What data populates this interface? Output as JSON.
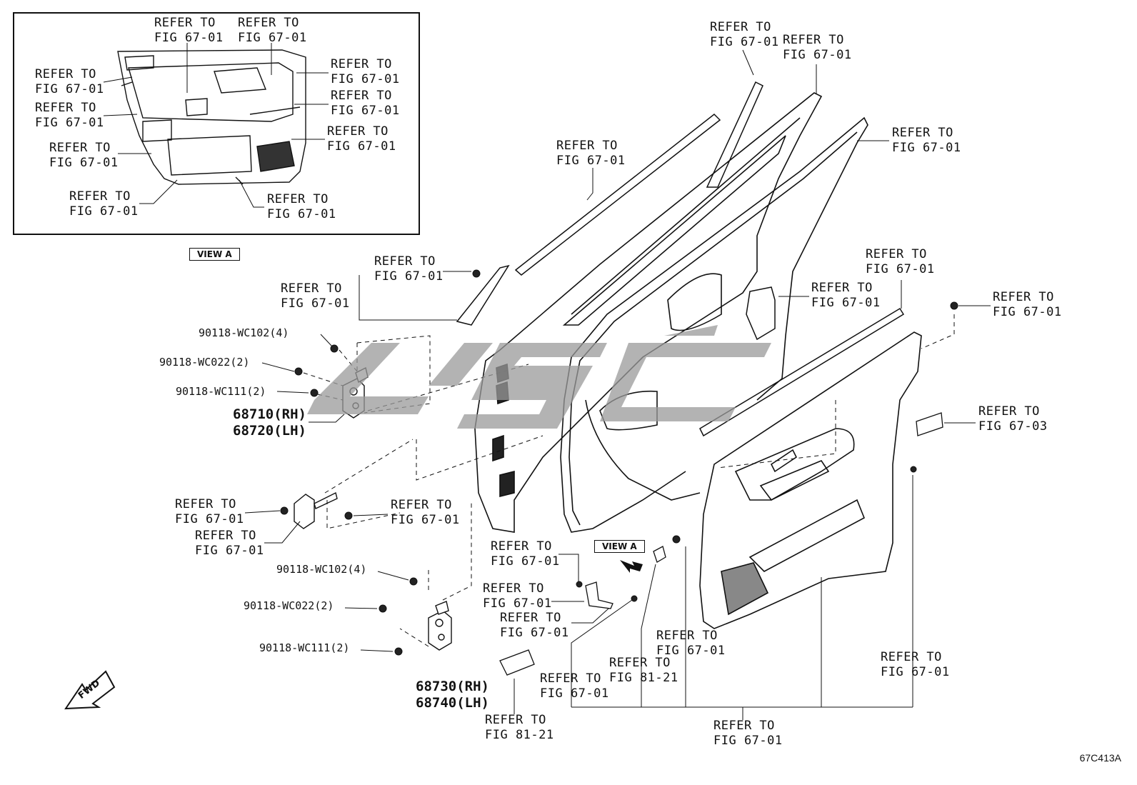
{
  "refer": {
    "f6701": "REFER TO\nFIG 67-01",
    "f6703": "REFER TO\nFIG 67-03",
    "f8121": "REFER TO\nFIG 81-21"
  },
  "parts": {
    "wc102": "90118-WC102(4)",
    "wc022": "90118-WC022(2)",
    "wc111": "90118-WC111(2)",
    "upper_hinge": "68710(RH)\n68720(LH)",
    "lower_hinge": "68730(RH)\n68740(LH)"
  },
  "view_a": "VIEW A",
  "fwd": "FWD",
  "watermark": "LISC",
  "diagram_code": "67C413A"
}
